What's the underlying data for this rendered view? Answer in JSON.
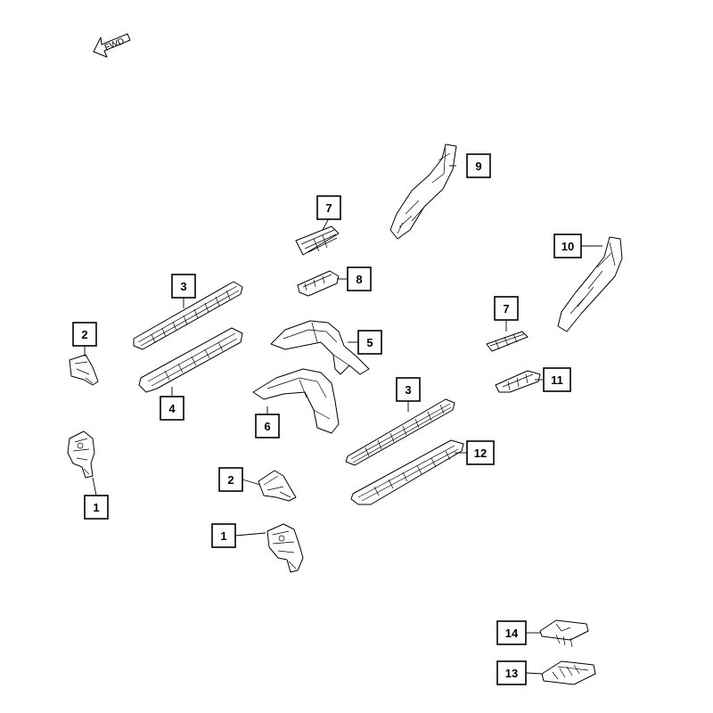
{
  "diagram": {
    "fwd_indicator": {
      "label": "FWD",
      "icon": "forward-arrow-icon"
    },
    "callouts": [
      {
        "id": "c9",
        "label": "9"
      },
      {
        "id": "c7a",
        "label": "7"
      },
      {
        "id": "c10",
        "label": "10"
      },
      {
        "id": "c3a",
        "label": "3"
      },
      {
        "id": "c8",
        "label": "8"
      },
      {
        "id": "c2a",
        "label": "2"
      },
      {
        "id": "c5",
        "label": "5"
      },
      {
        "id": "c7b",
        "label": "7"
      },
      {
        "id": "c4",
        "label": "4"
      },
      {
        "id": "c11",
        "label": "11"
      },
      {
        "id": "c3b",
        "label": "3"
      },
      {
        "id": "c6",
        "label": "6"
      },
      {
        "id": "c12",
        "label": "12"
      },
      {
        "id": "c1a",
        "label": "1"
      },
      {
        "id": "c2b",
        "label": "2"
      },
      {
        "id": "c1b",
        "label": "1"
      },
      {
        "id": "c14",
        "label": "14"
      },
      {
        "id": "c13",
        "label": "13"
      }
    ]
  }
}
